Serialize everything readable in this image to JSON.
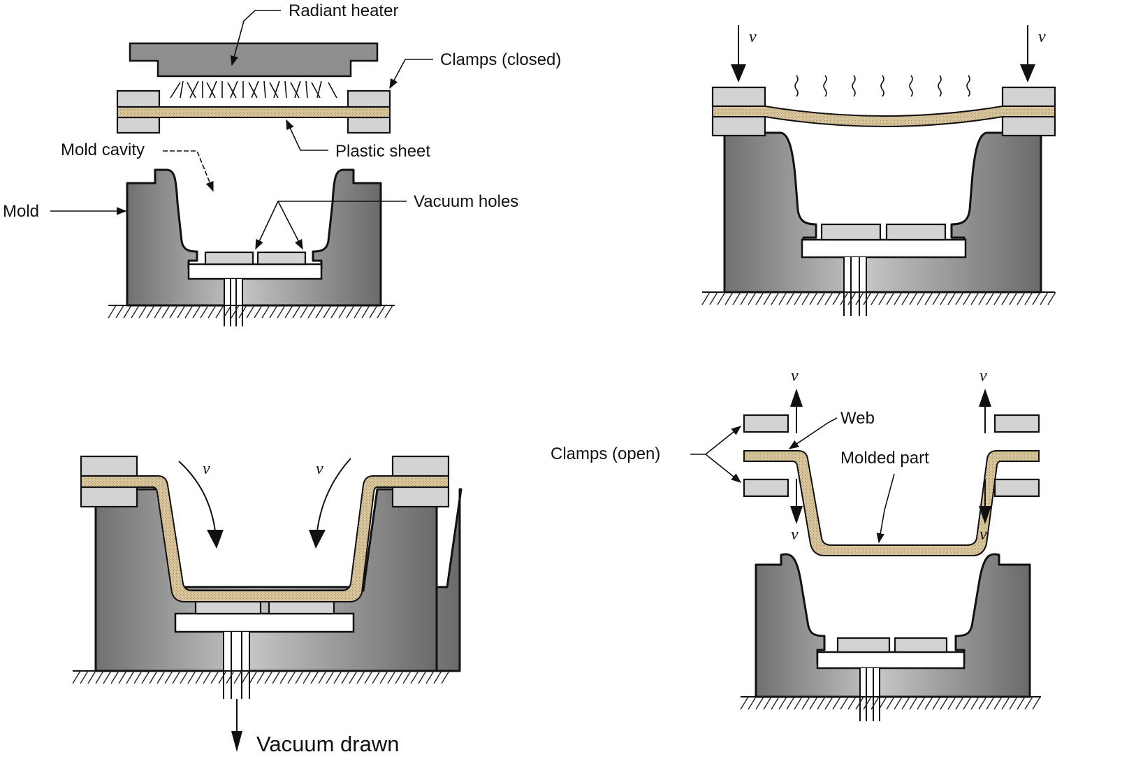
{
  "labels": {
    "radiant_heater": "Radiant heater",
    "clamps_closed": "Clamps (closed)",
    "plastic_sheet": "Plastic sheet",
    "mold_cavity": "Mold cavity",
    "mold": "Mold",
    "vacuum_holes": "Vacuum holes",
    "vacuum_drawn": "Vacuum drawn",
    "clamps_open": "Clamps (open)",
    "web": "Web",
    "molded_part": "Molded part",
    "velocity": "v"
  },
  "colors": {
    "mold_dark": "#6e6e6e",
    "mold_light": "#c4c4c4",
    "heater": "#8e8e8e",
    "clamp": "#d3d3d3",
    "sheet": "#d8c49a"
  }
}
